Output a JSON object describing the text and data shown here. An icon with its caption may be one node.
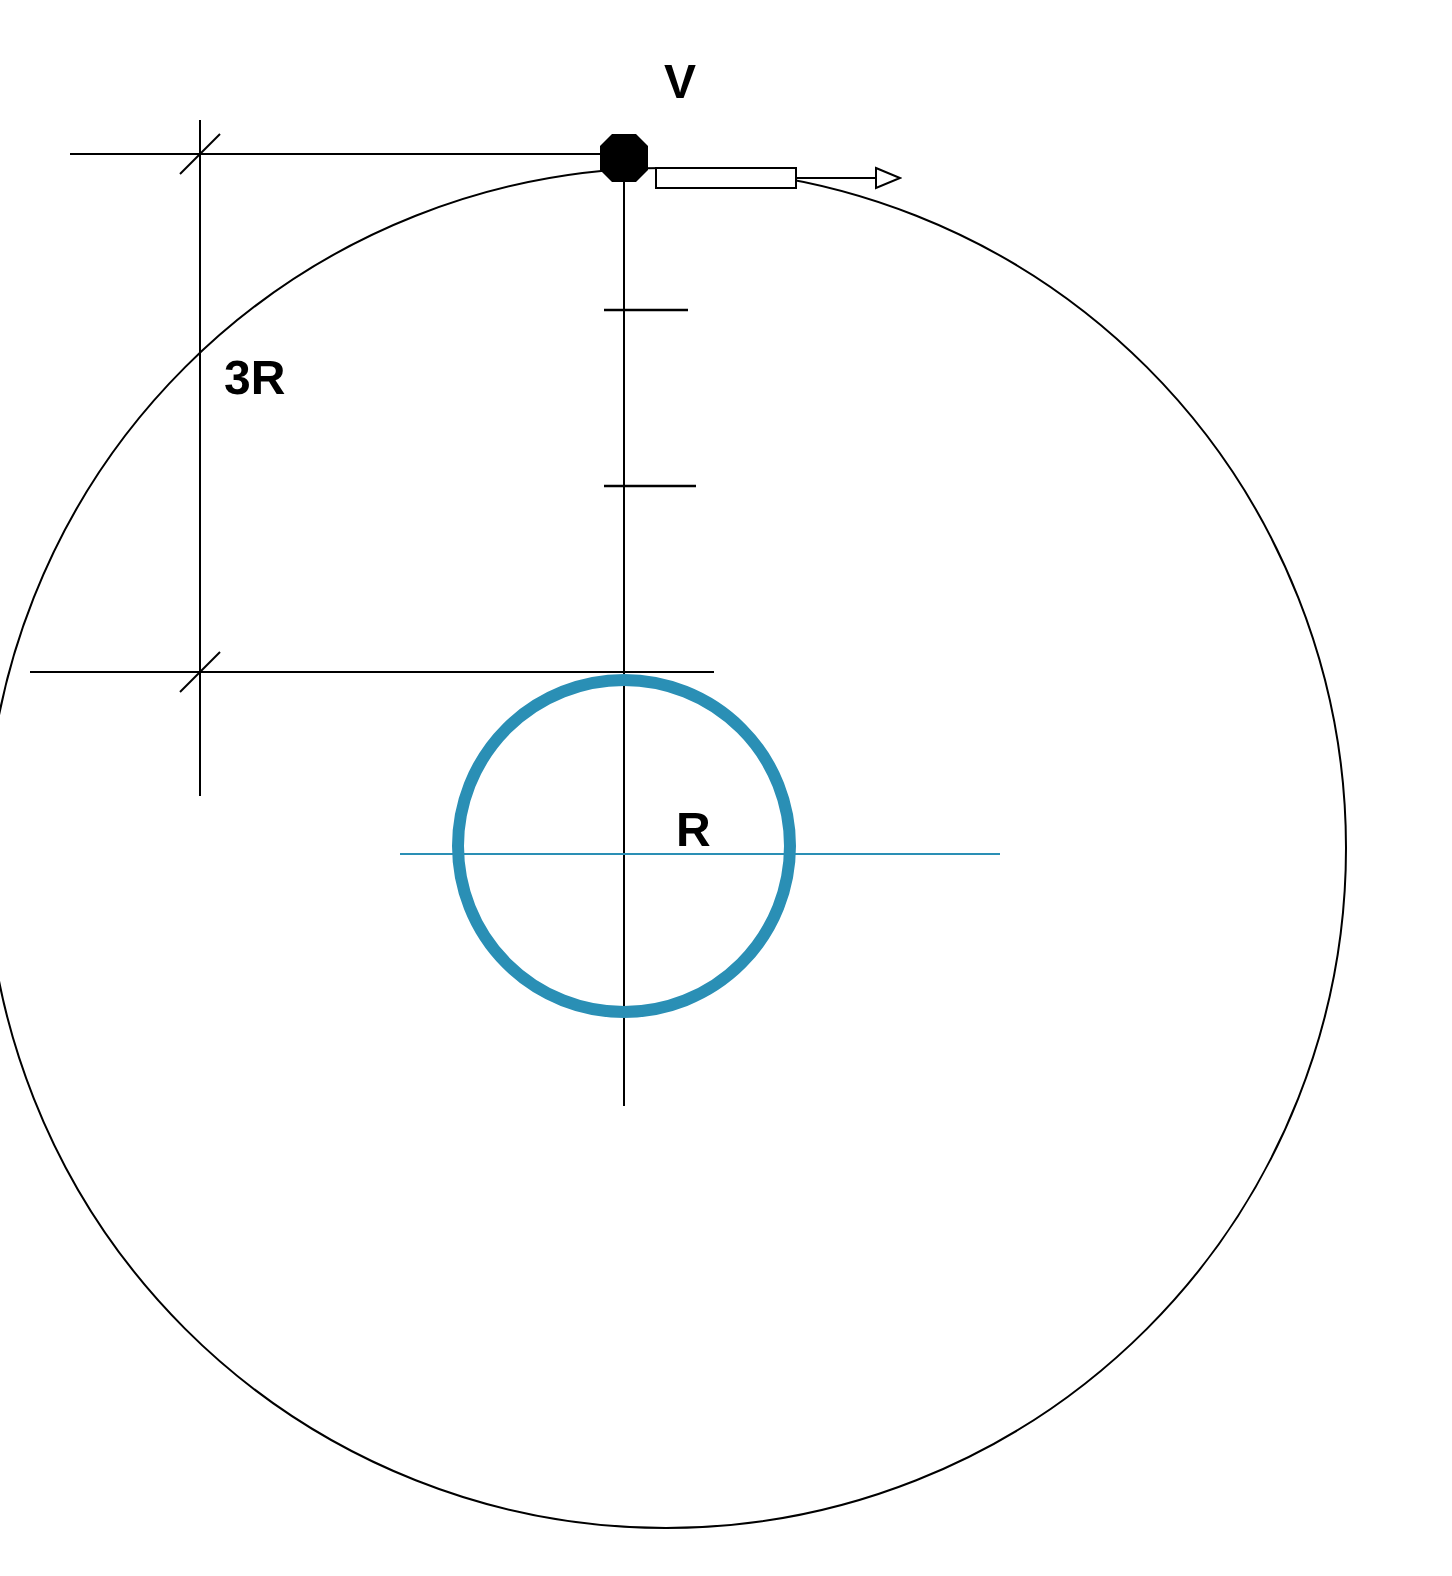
{
  "diagram": {
    "labels": [
      "V",
      "3R",
      "R"
    ]
  }
}
